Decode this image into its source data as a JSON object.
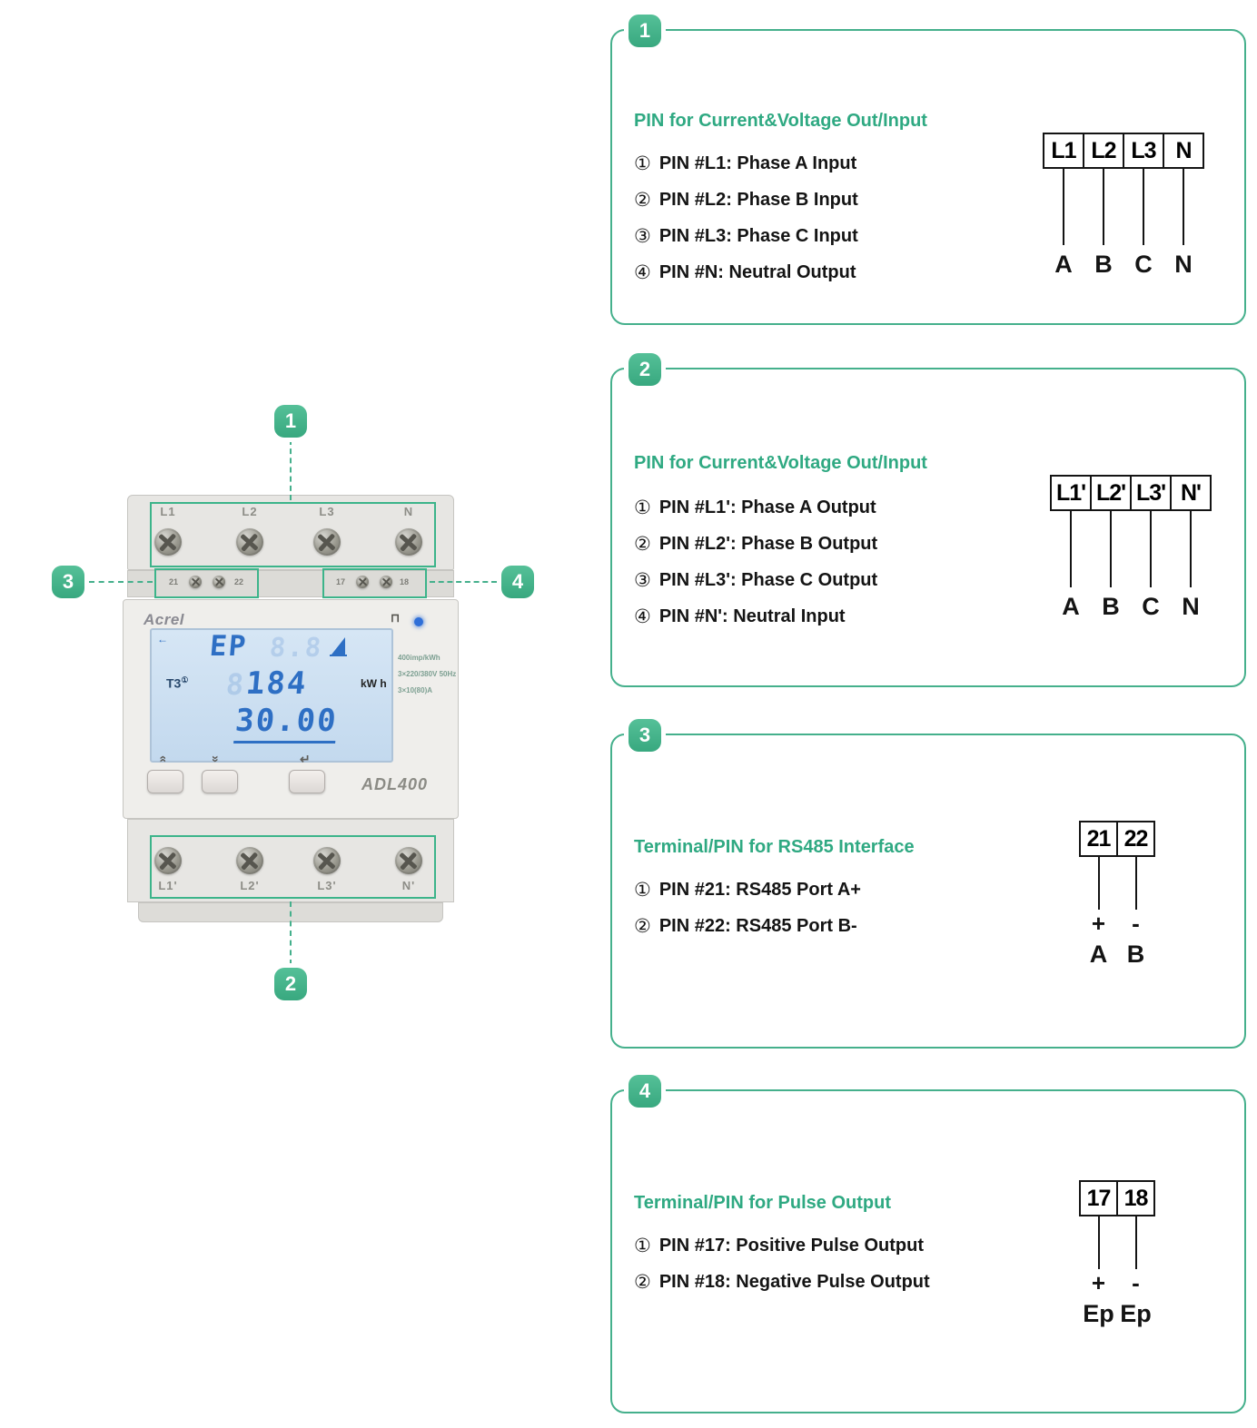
{
  "palette": {
    "accent": "#45b08c",
    "heading": "#2fa982",
    "target_outline": "#3cb48a"
  },
  "figure": {
    "markers": [
      "1",
      "2",
      "3",
      "4"
    ],
    "brand": "Acrel",
    "model": "ADL400",
    "top_terminal_labels": [
      "L1",
      "L2",
      "L3",
      "N"
    ],
    "bottom_terminal_labels": [
      "L1'",
      "L2'",
      "L3'",
      "N'"
    ],
    "aux_terminal_labels_left": [
      "21",
      "22"
    ],
    "aux_terminal_labels_right": [
      "17",
      "18"
    ],
    "lcd": {
      "arrow_icon": "←",
      "row1": "EP",
      "row1_ghost": "8.8",
      "row2": "184",
      "row2_ghost": "8",
      "row3": "30.00",
      "tariff": "T3",
      "tariff_sup": "①",
      "unit": "kW h"
    },
    "specs": [
      "400imp/kWh",
      "3×220/380V  50Hz",
      "3×10(80)A"
    ],
    "icons": {
      "pulse": "⊓",
      "button_up": "»",
      "button_down": "»",
      "button_enter": "↵"
    }
  },
  "boxes": [
    {
      "badge": "1",
      "title": "PIN for Current&Voltage Out/Input",
      "items": [
        {
          "bullet": "①",
          "text": "PIN #L1: Phase A Input"
        },
        {
          "bullet": "②",
          "text": "PIN #L2: Phase B Input"
        },
        {
          "bullet": "③",
          "text": "PIN #L3: Phase C Input"
        },
        {
          "bullet": "④",
          "text": "PIN #N: Neutral Output"
        }
      ],
      "terminals": [
        "L1",
        "L2",
        "L3",
        "N"
      ],
      "leads": [
        "A",
        "B",
        "C",
        "N"
      ]
    },
    {
      "badge": "2",
      "title": "PIN for Current&Voltage Out/Input",
      "items": [
        {
          "bullet": "①",
          "text": "PIN #L1': Phase A Output"
        },
        {
          "bullet": "②",
          "text": "PIN #L2': Phase B Output"
        },
        {
          "bullet": "③",
          "text": "PIN #L3': Phase C Output"
        },
        {
          "bullet": "④",
          "text": "PIN #N': Neutral Input"
        }
      ],
      "terminals": [
        "L1'",
        "L2'",
        "L3'",
        "N'"
      ],
      "leads": [
        "A",
        "B",
        "C",
        "N"
      ]
    },
    {
      "badge": "3",
      "title": "Terminal/PIN for RS485 Interface",
      "items": [
        {
          "bullet": "①",
          "text": "PIN #21: RS485 Port A+"
        },
        {
          "bullet": "②",
          "text": "PIN #22: RS485 Port B-"
        }
      ],
      "terminals": [
        "21",
        "22"
      ],
      "polarity": [
        "+",
        "-"
      ],
      "leads": [
        "A",
        "B"
      ]
    },
    {
      "badge": "4",
      "title": "Terminal/PIN for Pulse Output",
      "items": [
        {
          "bullet": "①",
          "text": "PIN #17: Positive Pulse Output"
        },
        {
          "bullet": "②",
          "text": "PIN #18: Negative Pulse Output"
        }
      ],
      "terminals": [
        "17",
        "18"
      ],
      "polarity": [
        "+",
        "-"
      ],
      "leads": [
        "Ep",
        "Ep"
      ]
    }
  ]
}
